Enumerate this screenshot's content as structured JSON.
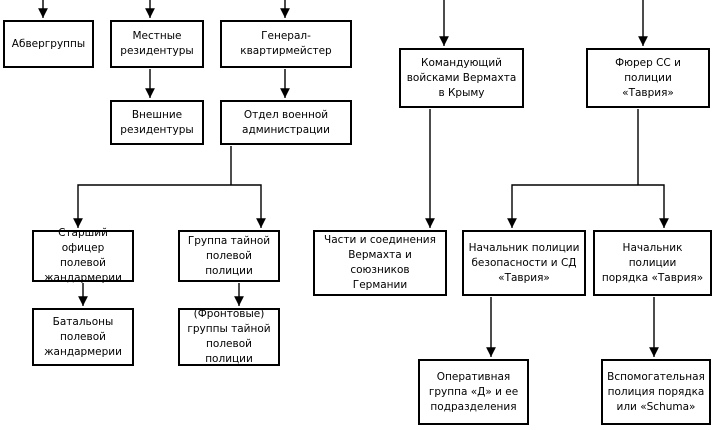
{
  "diagram": {
    "nodes": {
      "abwehr": "Абвергруппы",
      "local_res": "Местные\nрезидентуры",
      "general_qm": "Генерал-\nквартирмейстер",
      "external_res": "Внешние\nрезидентуры",
      "mil_admin": "Отдел военной\nадминистрации",
      "senior_officer": "Старший\nофицер полевой\nжандармерии",
      "gfp_group": "Группа тайной\nполевой полиции",
      "gendarmerie_bn": "Батальоны\nполевой\nжандармерии",
      "gfp_front": "(Фронтовые)\nгруппы тайной\nполевой полиции",
      "wehrmacht_cmd": "Командующий\nвойсками Вермахта\nв Крыму",
      "ss_police": "Фюрер СС и полиции\n«Таврия»",
      "units": "Части и соединения\nВермахта и союзников\nГермании",
      "sipo_sd": "Начальник полиции\nбезопасности и СД\n«Таврия»",
      "orpo": "Начальник полиции\nпорядка «Таврия»",
      "task_force_d": "Оперативная\nгруппа «Д» и ее\nподразделения",
      "schuma": "Вспомогательная\nполиция порядка\nили «Schuma»"
    }
  }
}
